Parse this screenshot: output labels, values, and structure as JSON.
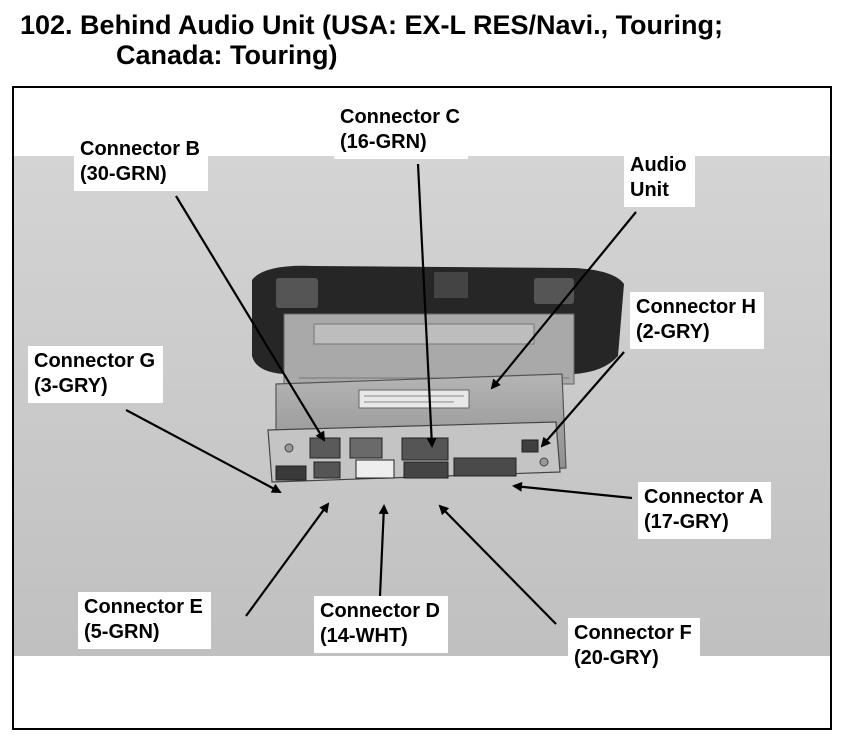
{
  "title": {
    "line1": "102. Behind Audio Unit (USA: EX-L RES/Navi., Touring;",
    "line2": "Canada: Touring)"
  },
  "labels": {
    "connector_c": {
      "name": "Connector C",
      "spec": "(16-GRN)"
    },
    "connector_b": {
      "name": "Connector B",
      "spec": "(30-GRN)"
    },
    "audio_unit": {
      "name": "Audio",
      "spec": "Unit"
    },
    "connector_h": {
      "name": "Connector H",
      "spec": "(2-GRY)"
    },
    "connector_g": {
      "name": "Connector G",
      "spec": "(3-GRY)"
    },
    "connector_a": {
      "name": "Connector A",
      "spec": "(17-GRY)"
    },
    "connector_e": {
      "name": "Connector E",
      "spec": "(5-GRN)"
    },
    "connector_d": {
      "name": "Connector D",
      "spec": "(14-WHT)"
    },
    "connector_f": {
      "name": "Connector F",
      "spec": "(20-GRY)"
    }
  },
  "colors": {
    "background_gray": "#c9c9c9",
    "chassis": "#9a9a9a",
    "bezel": "#2a2a2a"
  }
}
